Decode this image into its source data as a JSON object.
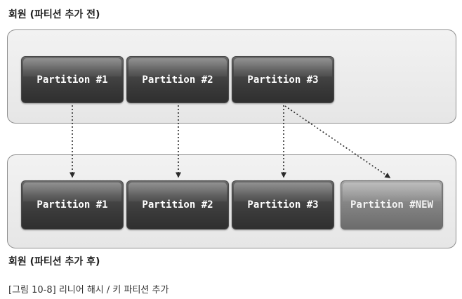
{
  "title_before": "회원 (파티션 추가 전)",
  "title_after": "회원 (파티션 추가 후)",
  "caption": "[그림 10-8] 리니어 해시 / 키 파티션 추가",
  "before": {
    "partitions": [
      "Partition #1",
      "Partition #2",
      "Partition #3"
    ]
  },
  "after": {
    "partitions": [
      "Partition #1",
      "Partition #2",
      "Partition #3",
      "Partition #NEW"
    ]
  },
  "colors": {
    "partition": "#3a3a3a",
    "partition_new": "#808080",
    "group_bg": "#ececec",
    "group_border": "#8f8f8f",
    "arrow": "#2a2a2a"
  }
}
